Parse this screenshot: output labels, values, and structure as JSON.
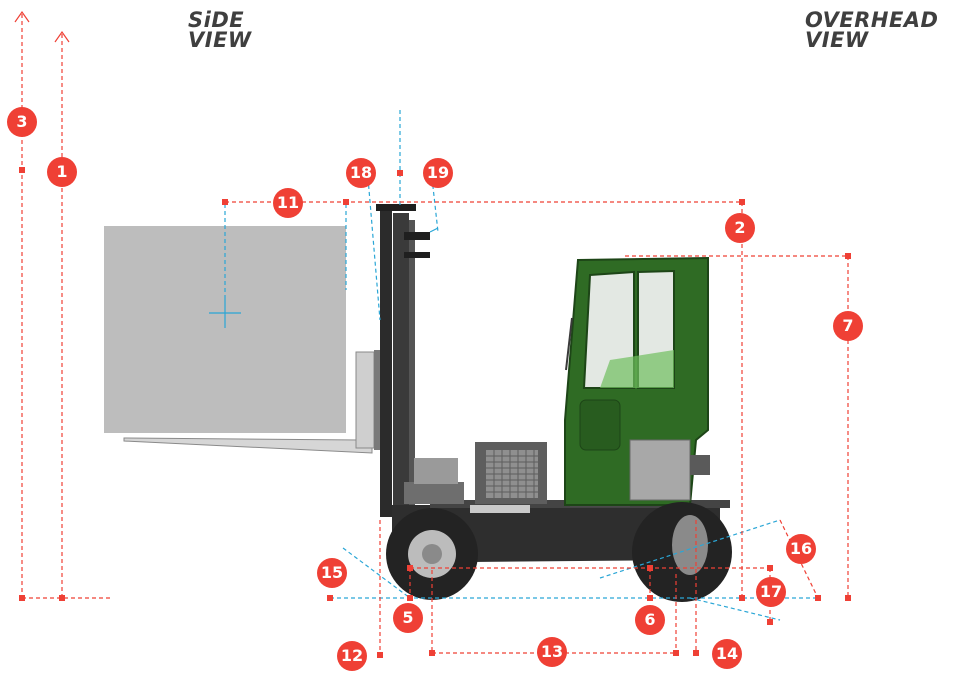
{
  "titles": {
    "side_view": [
      "SiDE",
      "VIEW"
    ],
    "overhead_view": [
      "OVERHEAD",
      "VIEW"
    ]
  },
  "colors": {
    "dimension_red": "#ef4035",
    "guide_blue": "#2aa6d6",
    "cab_green": "#2f6b24",
    "load_gray": "#bdbdbd",
    "mast_dark": "#2b2b2b"
  },
  "dimension_labels": [
    "1",
    "2",
    "3",
    "5",
    "6",
    "7",
    "11",
    "12",
    "13",
    "14",
    "15",
    "16",
    "17",
    "18",
    "19"
  ]
}
